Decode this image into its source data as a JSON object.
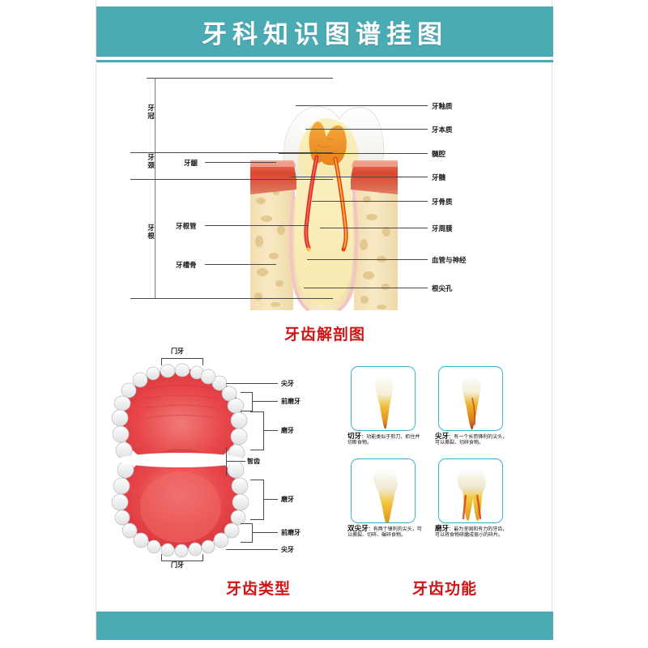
{
  "poster": {
    "title": "牙科知识图谱挂图",
    "accent_color": "#4babb5",
    "caption_color": "#cf1616"
  },
  "sections": {
    "anatomy": {
      "caption": "牙齿解剖图",
      "left_labels": [
        {
          "name": "crown",
          "text": "牙冠"
        },
        {
          "name": "neck",
          "text": "牙颈"
        },
        {
          "name": "root",
          "text": "牙根"
        }
      ],
      "inner_left_labels": [
        {
          "name": "gingiva",
          "text": "牙龈"
        },
        {
          "name": "root-canal",
          "text": "牙根管"
        },
        {
          "name": "alveolar-bone",
          "text": "牙槽骨"
        }
      ],
      "right_labels": [
        {
          "name": "enamel",
          "text": "牙釉质"
        },
        {
          "name": "dentin",
          "text": "牙本质"
        },
        {
          "name": "pulp-chamber",
          "text": "髓腔"
        },
        {
          "name": "pulp",
          "text": "牙髓"
        },
        {
          "name": "cementum",
          "text": "牙骨质"
        },
        {
          "name": "periodontal-membrane",
          "text": "牙周膜"
        },
        {
          "name": "vessels-nerves",
          "text": "血管与神经"
        },
        {
          "name": "apical-foramen",
          "text": "根尖孔"
        }
      ]
    },
    "types": {
      "caption": "牙齿类型",
      "labels": [
        {
          "name": "incisor-top",
          "text": "门牙"
        },
        {
          "name": "canine-upper",
          "text": "尖牙"
        },
        {
          "name": "premolar-upper",
          "text": "前磨牙"
        },
        {
          "name": "molar-upper",
          "text": "磨牙"
        },
        {
          "name": "wisdom-tooth",
          "text": "智齿"
        },
        {
          "name": "molar-lower",
          "text": "磨牙"
        },
        {
          "name": "premolar-lower",
          "text": "前磨牙"
        },
        {
          "name": "canine-lower",
          "text": "尖牙"
        },
        {
          "name": "incisor-bottom",
          "text": "门牙"
        }
      ]
    },
    "functions": {
      "caption": "牙齿功能",
      "cards": [
        {
          "name": "incisor",
          "title": "切牙",
          "desc": "：功能类似于剪刀，抓住并切断食物。"
        },
        {
          "name": "canine",
          "title": "尖牙",
          "desc": "：有一个长而锋利的尖头，可以撕裂、切碎食物。"
        },
        {
          "name": "bicuspid",
          "title": "双尖牙",
          "desc": "：有两个锋利的尖头，可以撕裂、切碎、碾碎食物。"
        },
        {
          "name": "molar",
          "title": "磨牙",
          "desc": "：最为坚固和有力的牙齿，可以将食物研磨成很小的碎片。"
        }
      ]
    }
  }
}
